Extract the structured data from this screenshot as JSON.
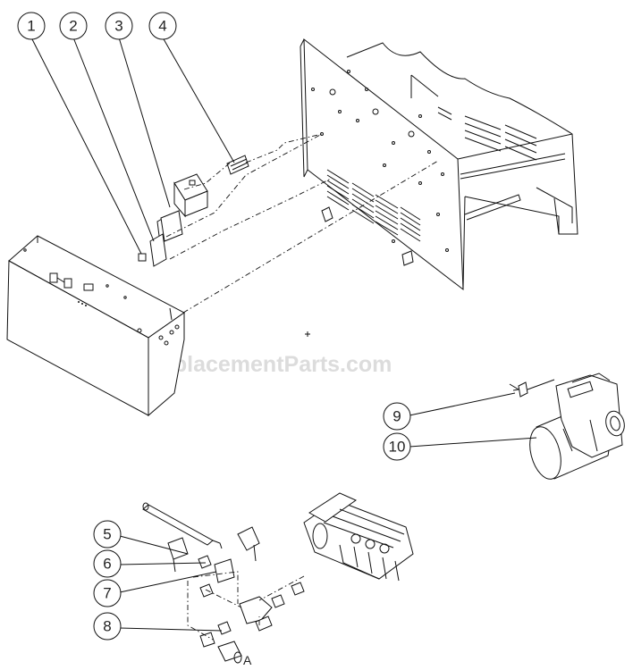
{
  "watermark": "eReplacementParts.com",
  "callouts": {
    "c1": "1",
    "c2": "2",
    "c3": "3",
    "c4": "4",
    "c5": "5",
    "c6": "6",
    "c7": "7",
    "c8": "8",
    "c9": "9",
    "c10": "10"
  },
  "reference_letter": "A"
}
